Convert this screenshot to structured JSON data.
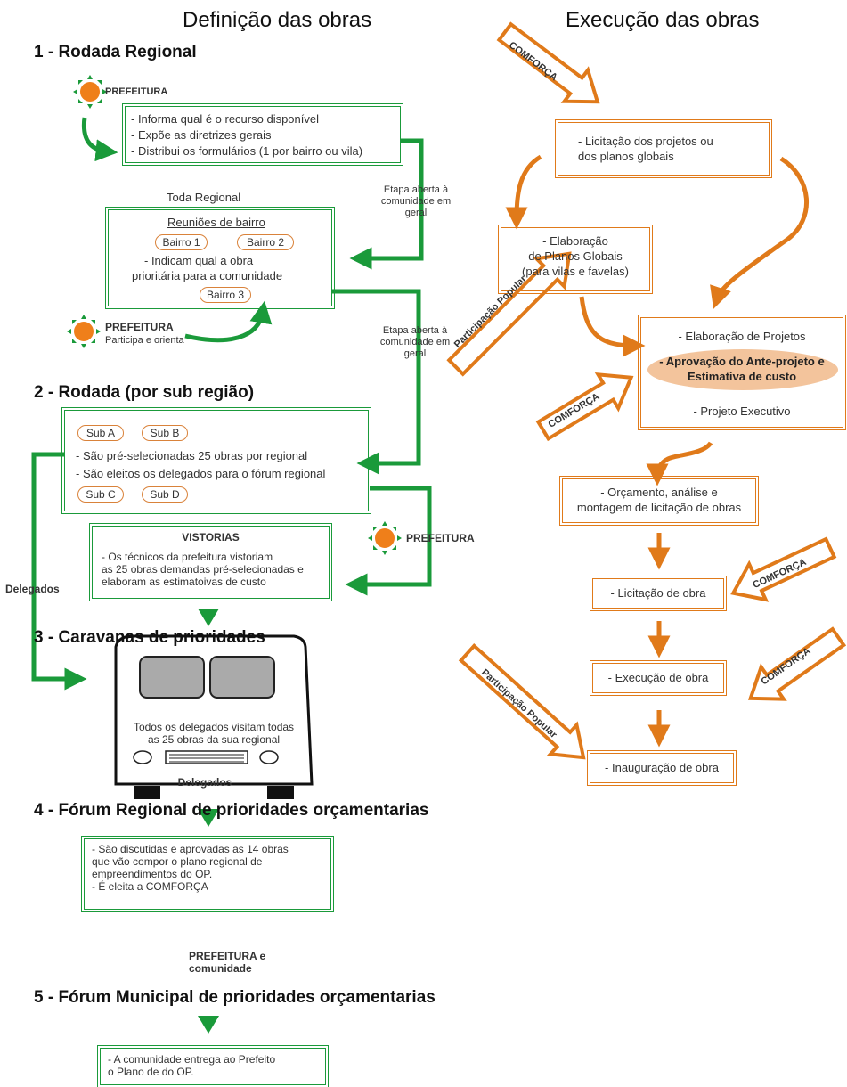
{
  "headers": {
    "left": "Definição das obras",
    "right": "Execução das obras"
  },
  "definicao": {
    "s1": {
      "title": "1 - Rodada Regional",
      "sun_label": "PREFEITURA",
      "box_lines": [
        "- Informa qual é o recurso disponível",
        "- Expõe as diretrizes gerais",
        "- Distribui os formulários (1 por bairro ou vila)"
      ],
      "open_note": [
        "Etapa aberta à",
        "comunidade em",
        "geral"
      ],
      "toda_regional": "Toda Regional",
      "reunioes": "Reuniões de bairro",
      "bairros": [
        "Bairro 1",
        "Bairro 2",
        "Bairro 3"
      ],
      "indicam": [
        "- Indicam qual a obra",
        "prioritária para a comunidade"
      ],
      "sun2_label": "PREFEITURA",
      "sun2_sub": "Participa e orienta",
      "open_note2": [
        "Etapa aberta à",
        "comunidade em",
        "geral"
      ]
    },
    "s2": {
      "title": "2 - Rodada (por sub região)",
      "subs": [
        "Sub A",
        "Sub B",
        "Sub C",
        "Sub D"
      ],
      "lines": [
        "- São pré-selecionadas 25 obras por regional",
        "- São eleitos os delegados para o fórum regional"
      ],
      "sun_label": "PREFEITURA",
      "vistorias_title": "VISTORIAS",
      "vistorias_lines": [
        "- Os técnicos da prefeitura vistoriam",
        "as 25 obras demandas pré-selecionadas e",
        "elaboram as estimatoivas de custo"
      ],
      "delegados_side": "Delegados"
    },
    "s3": {
      "title": "3 - Caravanas de prioridades",
      "bus_lines": [
        "Todos os delegados visitam todas",
        "as 25 obras da sua regional"
      ],
      "bus_label": "Delegados"
    },
    "s4": {
      "title": "4 - Fórum Regional de prioridades orçamentarias",
      "lines": [
        "- São discutidas e aprovadas as 14 obras",
        "que vão compor o plano regional de",
        "empreendimentos do OP.",
        "- É eleita a COMFORÇA"
      ],
      "sun_label": "PREFEITURA e",
      "sun_sub": "comunidade"
    },
    "s5": {
      "title": "5 - Fórum Municipal de prioridades orçamentarias",
      "lines": [
        "- A comunidade entrega ao Prefeito",
        "o Plano de do OP."
      ]
    }
  },
  "execucao": {
    "licitacao_projetos": [
      "- Licitação dos projetos ou",
      "dos planos globais"
    ],
    "planos_globais": [
      "- Elaboração",
      "de Planos Globais",
      "(para vilas e favelas)"
    ],
    "projetos": {
      "line1": "- Elaboração de Projetos",
      "highlight": [
        "- Aprovação do Ante-projeto e",
        "Estimativa de custo"
      ],
      "line3": "- Projeto Executivo"
    },
    "orcamento": [
      "- Orçamento, análise e",
      "montagem de licitação de obras"
    ],
    "licitacao_obra": "- Licitação de obra",
    "execucao_obra": "- Execução de obra",
    "inauguracao": "- Inauguração de obra",
    "arrow_labels": {
      "comforca": "COMFORÇA",
      "participacao": "Participação Popular"
    }
  },
  "colors": {
    "green": "#1a9a3a",
    "orange": "#e07a1a",
    "highlight": "#f3c49c"
  }
}
